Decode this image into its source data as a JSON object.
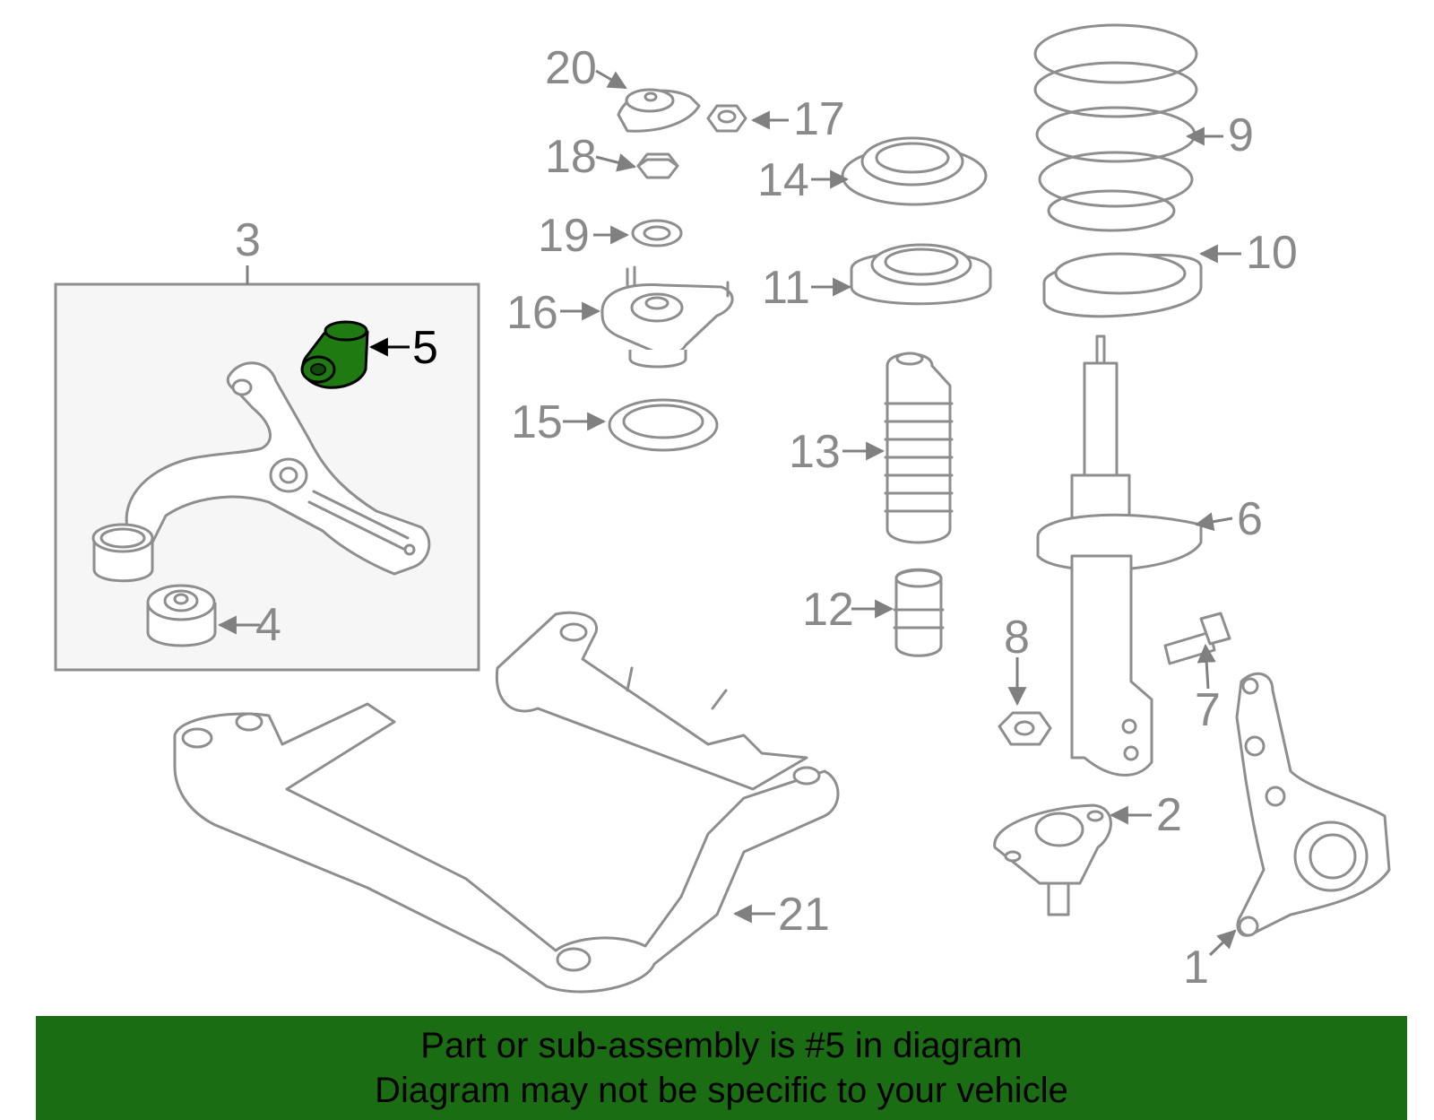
{
  "callouts": {
    "c1": "1",
    "c2": "2",
    "c3": "3",
    "c4": "4",
    "c5": "5",
    "c6": "6",
    "c7": "7",
    "c8": "8",
    "c9": "9",
    "c10": "10",
    "c11": "11",
    "c12": "12",
    "c13": "13",
    "c14": "14",
    "c15": "15",
    "c16": "16",
    "c17": "17",
    "c18": "18",
    "c19": "19",
    "c20": "20",
    "c21": "21"
  },
  "highlight_color": "#1f7a12",
  "footer": {
    "line1": "Part or sub-assembly is #5 in diagram",
    "line2": "Diagram may not be specific to your vehicle",
    "background": "#1a6d12"
  }
}
